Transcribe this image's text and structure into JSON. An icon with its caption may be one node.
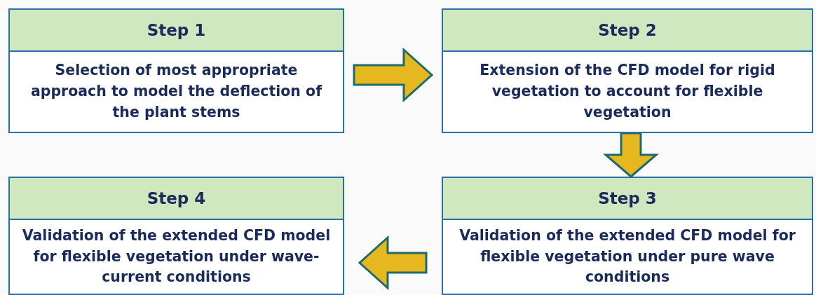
{
  "diagram": {
    "nodes": [
      {
        "text": [
          "Step 1",
          "Selection of most appropriate approach to model the deflection of the plant stems"
        ]
      },
      {
        "text": [
          "Step 2",
          "Extension of the CFD model for rigid vegetation to account for flexible vegetation"
        ]
      },
      {
        "text": [
          "Step 3",
          "Validation of the extended CFD model for flexible vegetation under pure wave conditions"
        ]
      },
      {
        "text": [
          "Step 4",
          "Validation of the extended CFD model for flexible vegetation under wave-current conditions"
        ]
      }
    ],
    "edges": [
      {
        "from": 0,
        "to": 1,
        "arrow": "to"
      },
      {
        "from": 1,
        "to": 2,
        "arrow": "to"
      },
      {
        "from": 2,
        "to": 3,
        "arrow": "to"
      }
    ]
  }
}
